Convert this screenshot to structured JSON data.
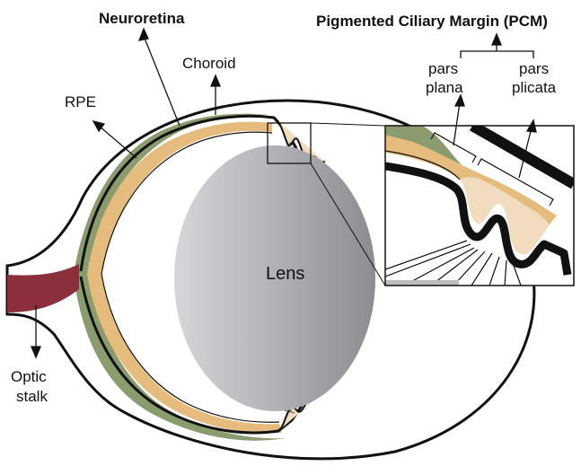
{
  "labels": {
    "neuroretina": "Neuroretina",
    "pcm": "Pigmented Ciliary Margin (PCM)",
    "pars_plana_1": "pars",
    "pars_plana_2": "plana",
    "pars_plicata_1": "pars",
    "pars_plicata_2": "plicata",
    "choroid": "Choroid",
    "rpe": "RPE",
    "lens": "Lens",
    "optic_stalk_1": "Optic",
    "optic_stalk_2": "stalk"
  },
  "colors": {
    "outline": "#111111",
    "choroid": "#8a9b6e",
    "neuroretina": "#e6bb7e",
    "pcm_light": "#f2dcc0",
    "optic_stalk": "#8b2f3c",
    "lens_light": "#d7d6d9",
    "lens_dark": "#8d8d91",
    "inset_grey": "#bdbdbd"
  }
}
